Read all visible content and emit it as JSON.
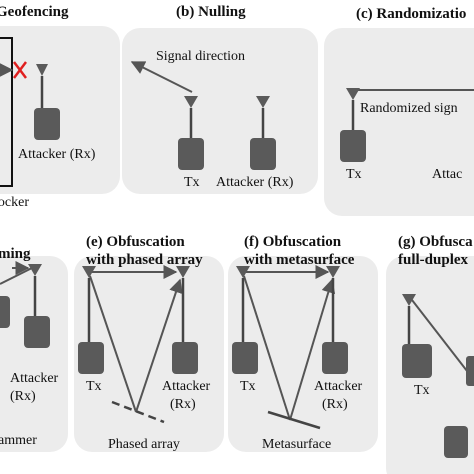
{
  "titles": {
    "a": "Geofencing",
    "b": "(b) Nulling",
    "c": "(c) Randomizatio",
    "d": "ming",
    "e_line1": "(e) Obfuscation",
    "e_line2": "with phased array",
    "f_line1": "(f) Obfuscation",
    "f_line2": "with metasurface",
    "g_line1": "(g) Obfusca",
    "g_line2": "full-duplex"
  },
  "labels": {
    "a_attacker": "Attacker (Rx)",
    "a_blocker": "locker",
    "b_signal": "Signal direction",
    "b_tx": "Tx",
    "b_attacker": "Attacker (Rx)",
    "c_randomized": "Randomized sign",
    "c_tx": "Tx",
    "c_attacker": "Attac",
    "d_attacker": "Attacker",
    "d_rx": "(Rx)",
    "d_jammer": "ammer",
    "e_tx": "Tx",
    "e_attacker": "Attacker",
    "e_rx": "(Rx)",
    "e_phased": "Phased array",
    "f_tx": "Tx",
    "f_attacker": "Attacker",
    "f_rx": "(Rx)",
    "f_meta": "Metasurface",
    "g_tx": "Tx"
  },
  "colors": {
    "panel": "#ececec",
    "device": "#5a5a5a",
    "blocked_mark": "#e02020",
    "arrow": "#555555"
  }
}
